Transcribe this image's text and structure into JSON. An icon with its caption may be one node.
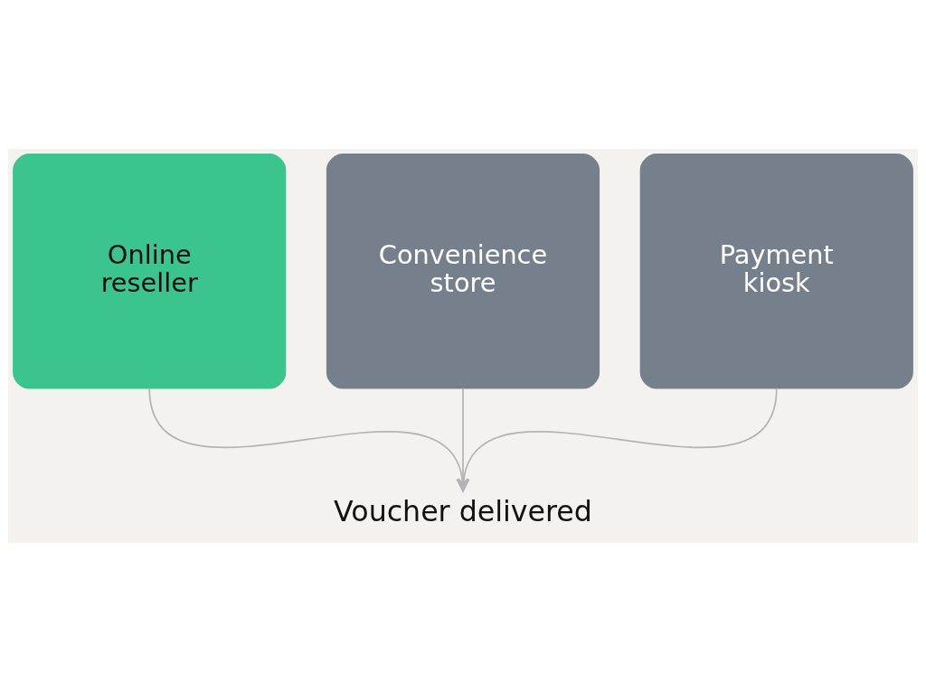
{
  "diagram": {
    "nodes": [
      {
        "text": [
          "Online reseller"
        ]
      },
      {
        "text": [
          "Convenience store"
        ]
      },
      {
        "text": [
          "Payment kiosk"
        ]
      },
      {
        "text": [
          "Voucher delivered"
        ]
      }
    ],
    "edges": [
      {
        "from": 0,
        "to": 3,
        "arrow": "to"
      },
      {
        "from": 1,
        "to": 3,
        "arrow": "to"
      },
      {
        "from": 2,
        "to": 3,
        "arrow": "to"
      }
    ]
  }
}
